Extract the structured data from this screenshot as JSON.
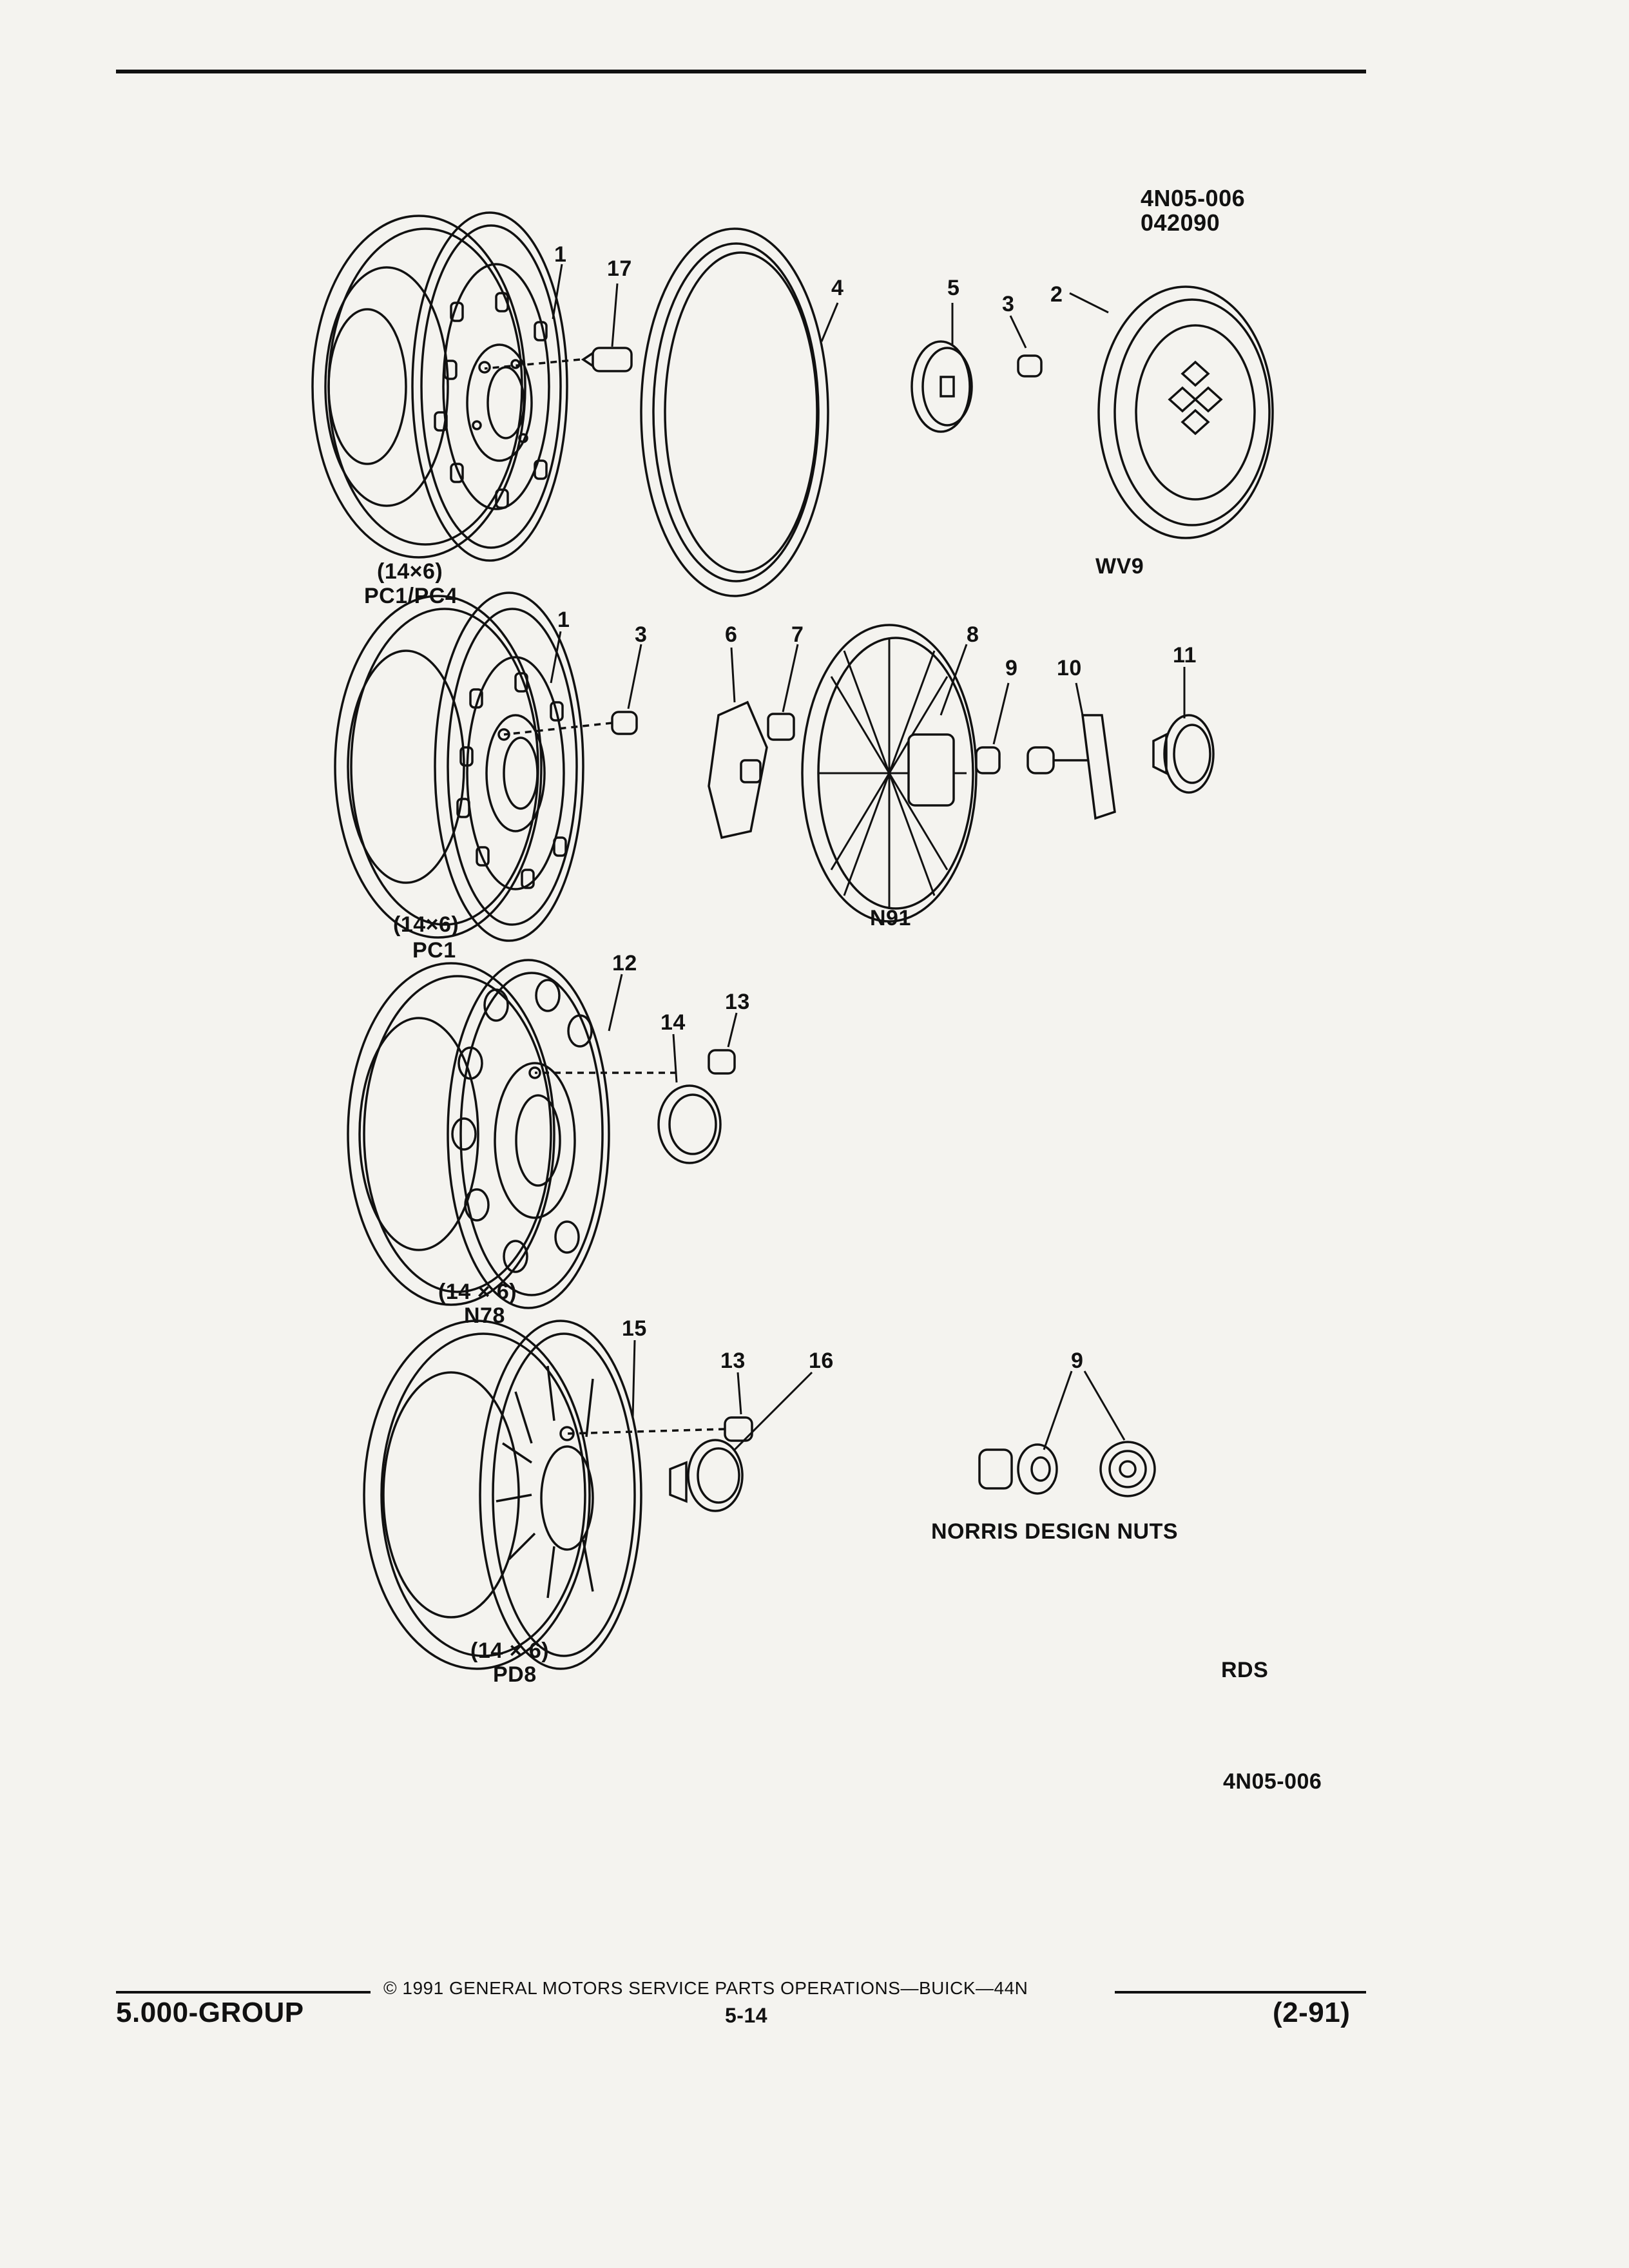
{
  "header": {
    "ref_code": "4N05-006",
    "ref_date": "042090"
  },
  "callouts": {
    "c1a": "1",
    "c17": "17",
    "c4": "4",
    "c5": "5",
    "c3a": "3",
    "c2": "2",
    "c1b": "1",
    "c3b": "3",
    "c6": "6",
    "c7": "7",
    "c8": "8",
    "c9a": "9",
    "c10": "10",
    "c11": "11",
    "c12": "12",
    "c13a": "13",
    "c14": "14",
    "c15": "15",
    "c13b": "13",
    "c16": "16",
    "c9b": "9"
  },
  "captions": {
    "wheel1_size": "(14×6)",
    "wheel1_code": "PC1/PC4",
    "wheel2_size": "(14×6)",
    "wheel2_code": "PC1",
    "wheel3_size": "(14 × 6)",
    "wheel3_code": "N78",
    "wheel4_size": "(14 × 6)",
    "wheel4_code": "PD8",
    "wv9": "WV9",
    "n91": "N91",
    "norris": "NORRIS DESIGN NUTS",
    "rds": "RDS",
    "fig_ref": "4N05-006"
  },
  "footer": {
    "copyright": "©  1991  GENERAL MOTORS SERVICE PARTS OPERATIONS—BUICK—44N",
    "group": "5.000-GROUP",
    "page": "5-14",
    "revision": "(2-91)"
  }
}
